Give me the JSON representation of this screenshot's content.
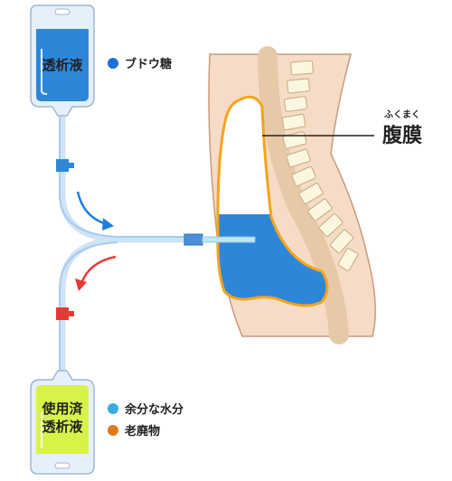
{
  "bags": {
    "top": {
      "line1": "透析液"
    },
    "bottom": {
      "line1": "使用済",
      "line2": "透析液"
    }
  },
  "legend_top": [
    {
      "label": "ブドウ糖",
      "color": "#1e6fd9"
    }
  ],
  "legend_bottom": [
    {
      "label": "余分な水分",
      "color": "#3aa9e6"
    },
    {
      "label": "老廃物",
      "color": "#e07a1f"
    }
  ],
  "peritoneum": {
    "ruby": "ふくまく",
    "label": "腹膜"
  },
  "colors": {
    "dialysate": "#2e86d9",
    "used_dialysate": "#d9f24a",
    "tube": "#cfe3f7",
    "in_clamp": "#2e86d9",
    "out_clamp": "#e53935",
    "in_arrow": "#1e7fe0",
    "out_arrow": "#e53935",
    "body": "#f6dcc6",
    "membrane": "#f2a51c"
  }
}
